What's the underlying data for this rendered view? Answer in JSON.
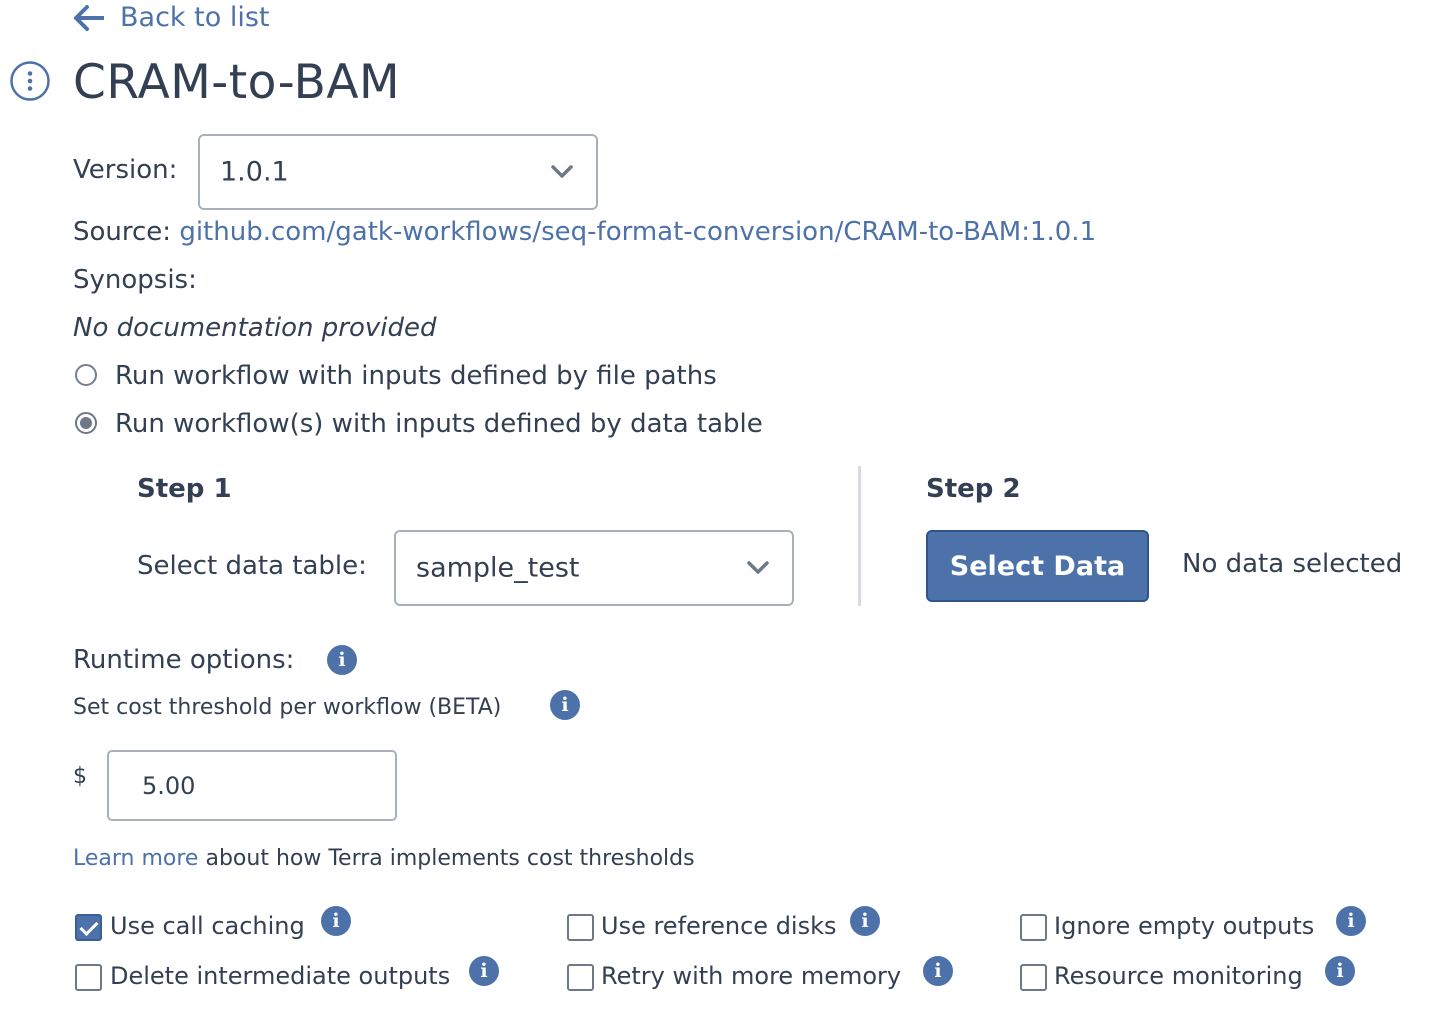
{
  "nav": {
    "back_label": "Back to list"
  },
  "header": {
    "title": "CRAM-to-BAM"
  },
  "version": {
    "label": "Version:",
    "selected": "1.0.1"
  },
  "source": {
    "label": "Source:",
    "link_text": "github.com/gatk-workflows/seq-format-conversion/CRAM-to-BAM:1.0.1"
  },
  "synopsis": {
    "label": "Synopsis:",
    "text": "No documentation provided"
  },
  "run_mode": {
    "options": [
      {
        "label": "Run workflow with inputs defined by file paths",
        "selected": false
      },
      {
        "label": "Run workflow(s) with inputs defined by data table",
        "selected": true
      }
    ]
  },
  "step1": {
    "heading": "Step 1",
    "select_label": "Select data table:",
    "selected_table": "sample_test"
  },
  "step2": {
    "heading": "Step 2",
    "button_label": "Select Data",
    "status": "No data selected"
  },
  "runtime": {
    "label": "Runtime options:",
    "cost_threshold_label": "Set cost threshold per workflow (BETA)",
    "currency": "$",
    "cost_value": "5.00",
    "learn_more_link": "Learn more",
    "learn_more_rest": "about how Terra implements cost thresholds"
  },
  "options": [
    {
      "label": "Use call caching",
      "checked": true
    },
    {
      "label": "Use reference disks",
      "checked": false
    },
    {
      "label": "Ignore empty outputs",
      "checked": false
    },
    {
      "label": "Delete intermediate outputs",
      "checked": false
    },
    {
      "label": "Retry with more memory",
      "checked": false
    },
    {
      "label": "Resource monitoring",
      "checked": false
    }
  ],
  "colors": {
    "accent": "#4d72aa",
    "text": "#333f52",
    "border": "#a9b0bc"
  }
}
